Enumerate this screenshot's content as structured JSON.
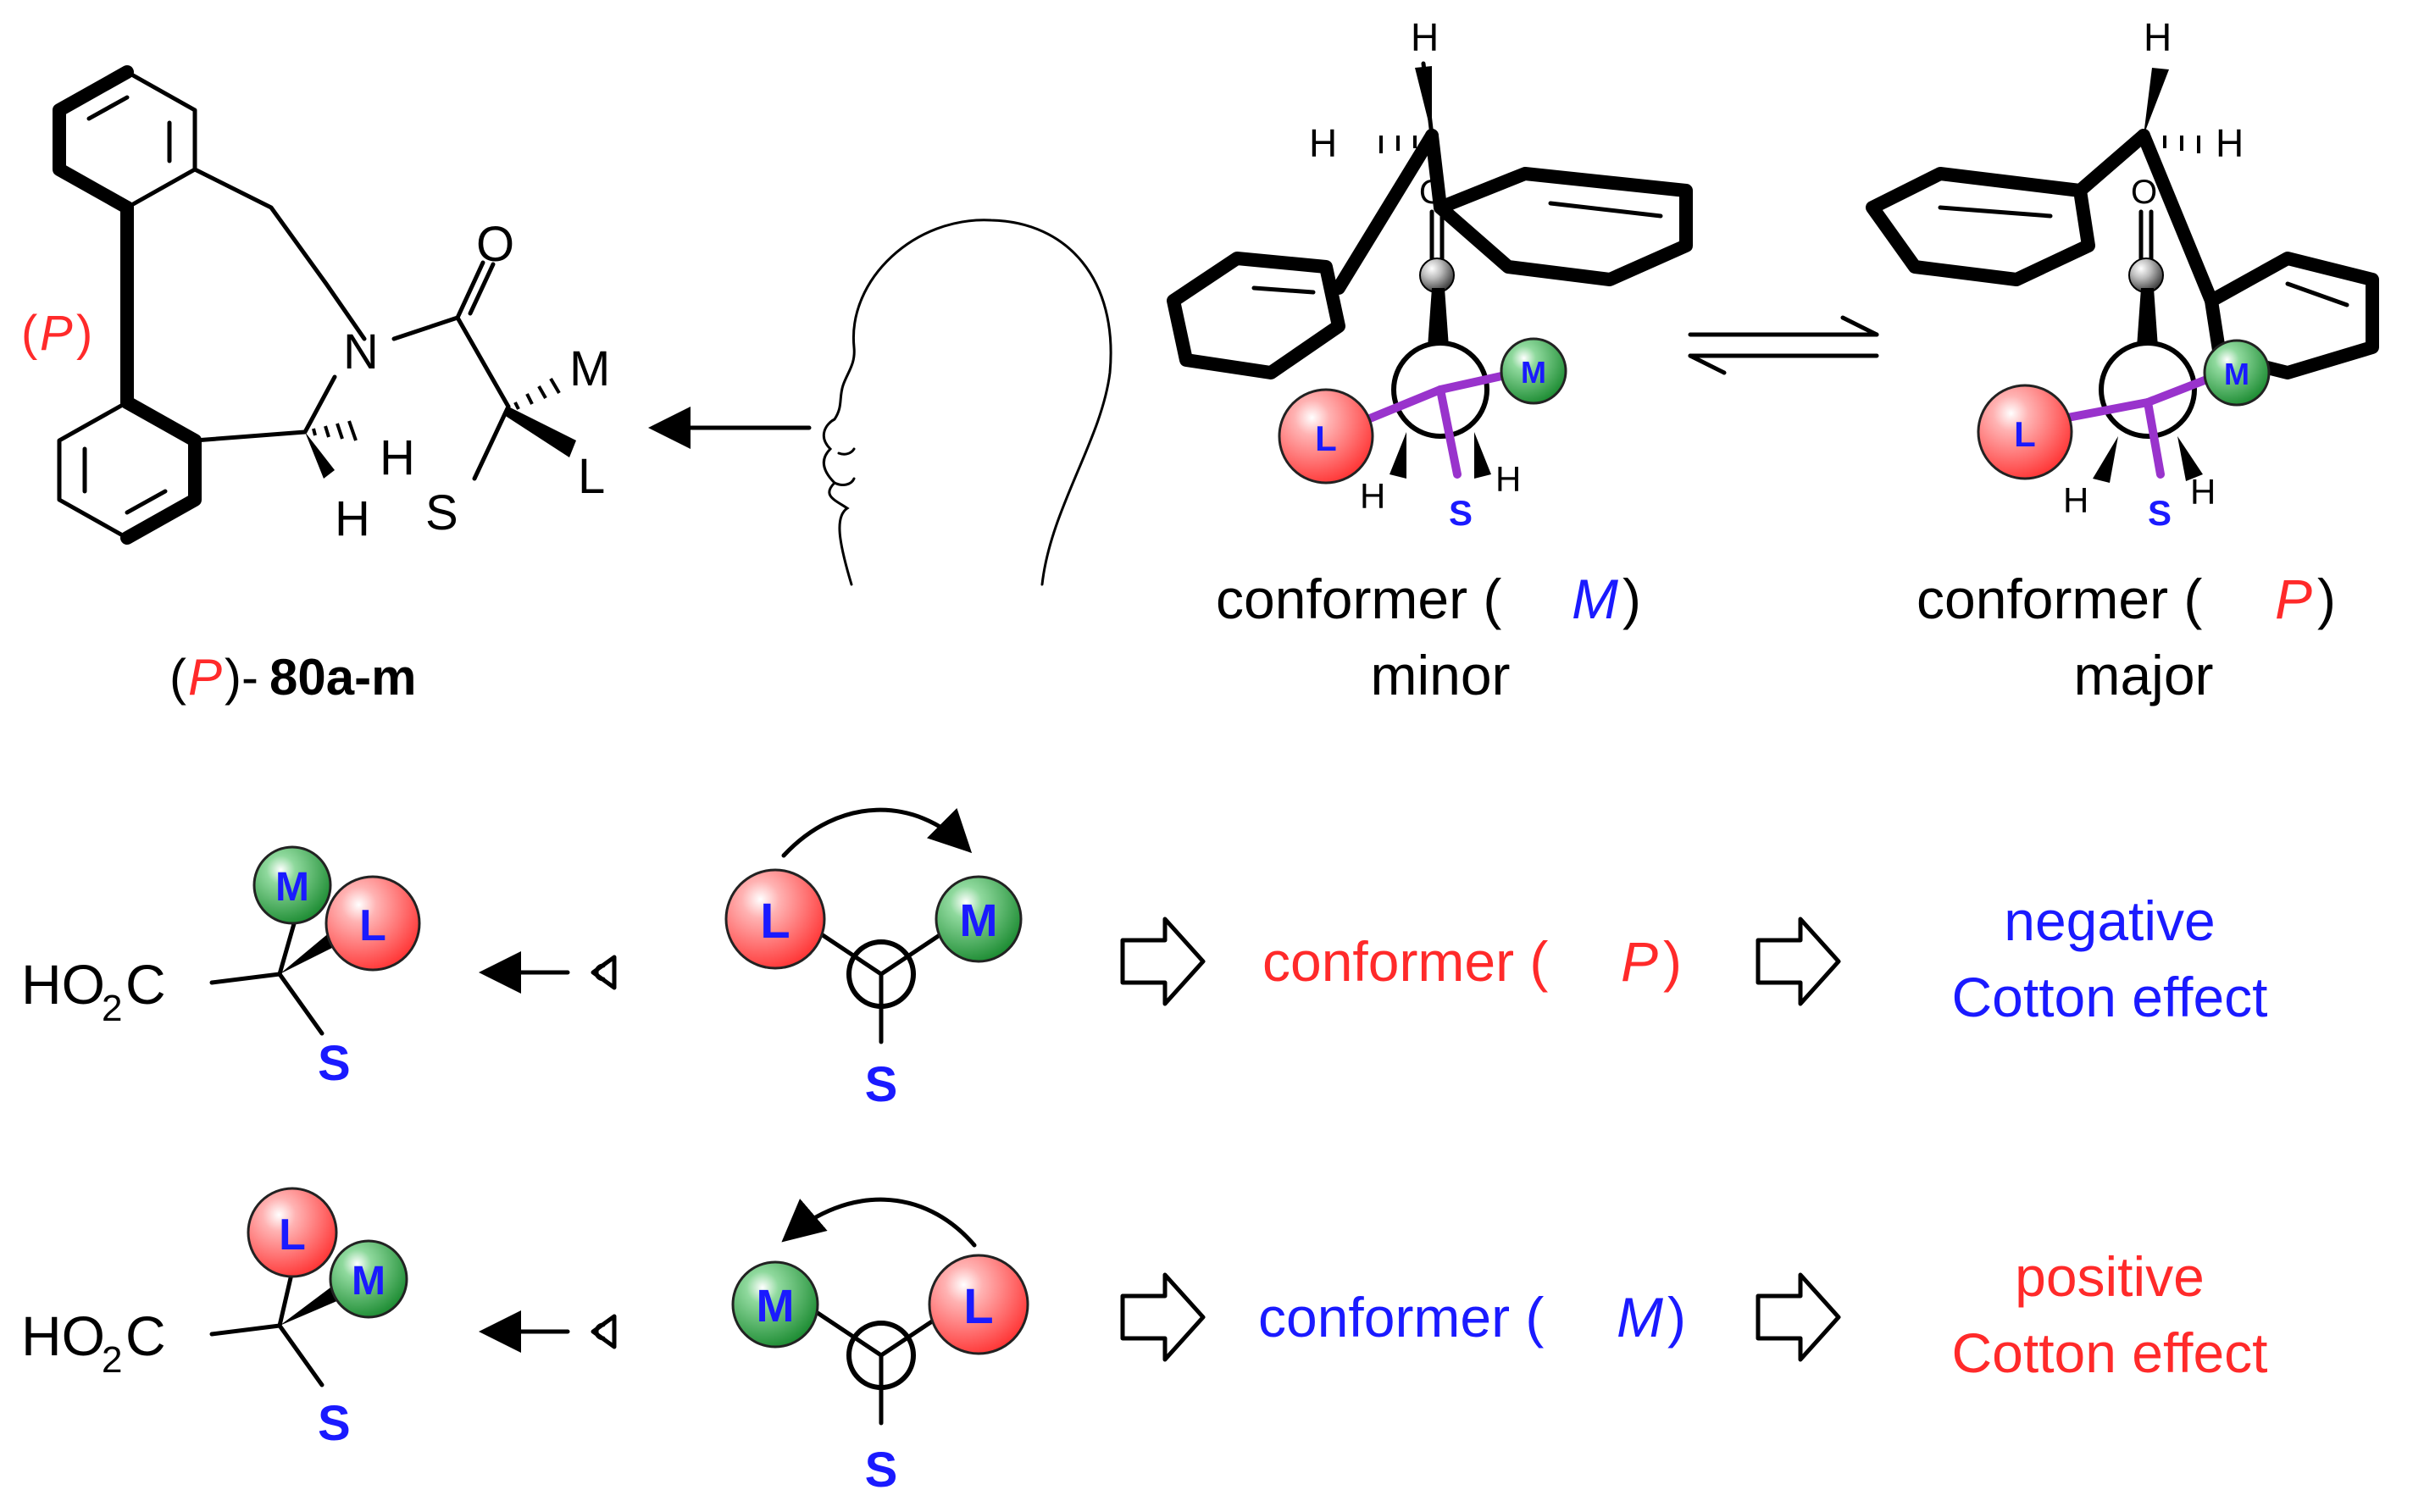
{
  "colors": {
    "red": "#ff2a2a",
    "blue": "#1a1aff",
    "black": "#000000",
    "purple": "#9933cc",
    "ball_red": "#ff4d4d",
    "ball_green": "#1e9e3a"
  },
  "structure": {
    "helicity": "P",
    "paren_open": "(",
    "paren_close": ")",
    "atom_N": "N",
    "atom_O": "O",
    "atom_H": "H",
    "atom_S": "S",
    "atom_M": "M",
    "atom_L": "L",
    "compound_prefix": "(",
    "compound_helicity": "P",
    "compound_suffix": ")-",
    "compound_id": "80a-m"
  },
  "conformers": {
    "left_caption": "conformer (",
    "left_letter": "M",
    "left_close": ")",
    "left_sub": "minor",
    "right_caption": "conformer (",
    "right_letter": "P",
    "right_close": ")",
    "right_sub": "major",
    "atom_O": "O",
    "atom_H": "H",
    "ball_L": "L",
    "ball_M": "M",
    "atom_S": "S"
  },
  "rows": [
    {
      "acid_label": "HO",
      "acid_sub": "2",
      "acid_tail": "C",
      "balls": [
        "M",
        "L"
      ],
      "atom_S": "S",
      "newman_left": "L",
      "newman_right": "M",
      "newman_S": "S",
      "result_text": "conformer (",
      "result_letter": "P",
      "result_close": ")",
      "effect_line1": "negative",
      "effect_line2": "Cotton effect"
    },
    {
      "acid_label": "HO",
      "acid_sub": "2",
      "acid_tail": "C",
      "balls": [
        "L",
        "M"
      ],
      "atom_S": "S",
      "newman_left": "M",
      "newman_right": "L",
      "newman_S": "S",
      "result_text": "conformer (",
      "result_letter": "M",
      "result_close": ")",
      "effect_line1": "positive",
      "effect_line2": "Cotton effect"
    }
  ]
}
